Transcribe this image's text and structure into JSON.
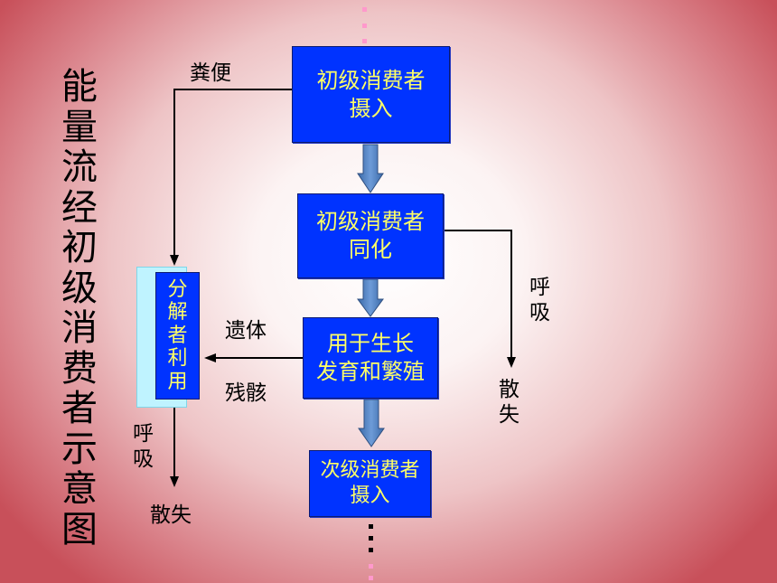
{
  "title_text": "能量流经初级消费者示意图",
  "boxes": {
    "intake": "初级消费者\n摄入",
    "assimilation": "初级消费者\n同化",
    "growth": "用于生长\n发育和繁殖",
    "secondary_intake": "次级消费者\n摄入",
    "decomposer": "分解者利用"
  },
  "labels": {
    "feces": "粪便",
    "remains": "遗体",
    "residue": "残骸",
    "respiration_right": "呼吸",
    "dissipated_right": "散失",
    "respiration_left": "呼吸",
    "dissipated_left": "散失"
  },
  "colors": {
    "box_fill": "#0033ff",
    "box_text": "#ffff66",
    "flow_arrow": "#4f81bd",
    "decomposer_panel": "#bff3ff"
  }
}
